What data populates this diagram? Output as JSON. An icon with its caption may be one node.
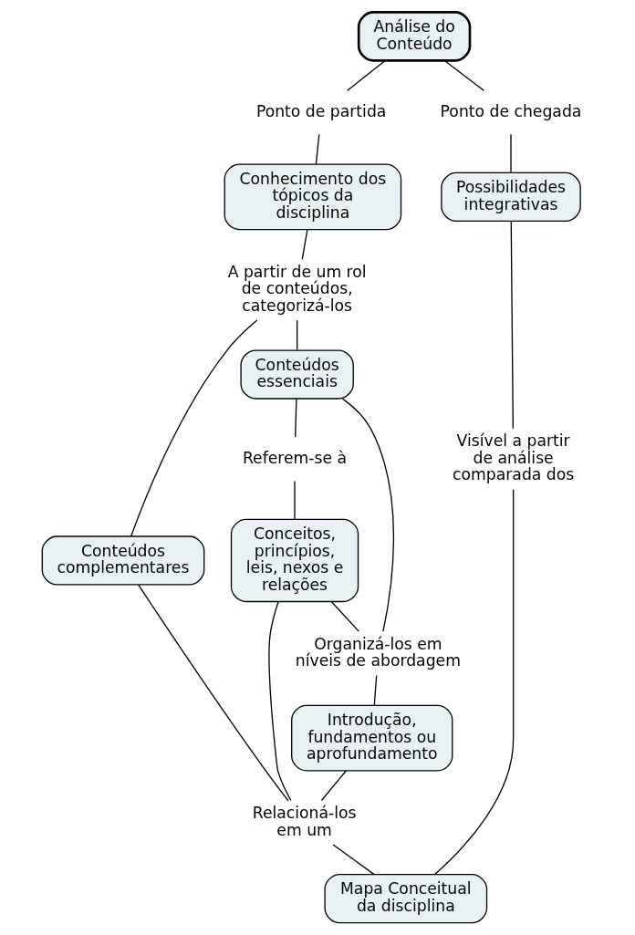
{
  "diagram": {
    "nodes": [
      {
        "text": [
          "Análise do Conteúdo"
        ]
      },
      {
        "text": [
          "Ponto de partida"
        ]
      },
      {
        "text": [
          "Ponto de chegada"
        ]
      },
      {
        "text": [
          "Conhecimento dos tópicos da disciplina"
        ]
      },
      {
        "text": [
          "Possibilidades integrativas"
        ]
      },
      {
        "text": [
          "A partir de um rol de conteúdos, categorizá-los"
        ]
      },
      {
        "text": [
          "Conteúdos essenciais"
        ]
      },
      {
        "text": [
          "Conteúdos complementares"
        ]
      },
      {
        "text": [
          "Referem-se à"
        ]
      },
      {
        "text": [
          "Conceitos, princípios, leis, nexos e relações"
        ]
      },
      {
        "text": [
          "Visível a partir de análise comparada dos"
        ]
      },
      {
        "text": [
          "Organizá-los em níveis de abordagem"
        ]
      },
      {
        "text": [
          "Introdução, fundamentos ou aprofundamento"
        ]
      },
      {
        "text": [
          "Relacioná-los em um"
        ]
      },
      {
        "text": [
          "Mapa Conceitual da disciplina"
        ]
      }
    ],
    "edges": [
      {
        "from": 0,
        "to": 1,
        "arrow": "none"
      },
      {
        "from": 1,
        "to": 3,
        "arrow": "none"
      },
      {
        "from": 0,
        "to": 2,
        "arrow": "none"
      },
      {
        "from": 2,
        "to": 4,
        "arrow": "none"
      },
      {
        "from": 3,
        "to": 5,
        "arrow": "none"
      },
      {
        "from": 5,
        "to": 6,
        "arrow": "none"
      },
      {
        "from": 5,
        "to": 7,
        "arrow": "none"
      },
      {
        "from": 6,
        "to": 8,
        "arrow": "none"
      },
      {
        "from": 8,
        "to": 9,
        "arrow": "none"
      },
      {
        "from": 9,
        "to": 11,
        "arrow": "none"
      },
      {
        "from": 6,
        "to": 11,
        "arrow": "none"
      },
      {
        "from": 11,
        "to": 12,
        "arrow": "none"
      },
      {
        "from": 9,
        "to": 13,
        "arrow": "none"
      },
      {
        "from": 12,
        "to": 13,
        "arrow": "none"
      },
      {
        "from": 7,
        "to": 13,
        "arrow": "none"
      },
      {
        "from": 13,
        "to": 14,
        "arrow": "none"
      },
      {
        "from": 4,
        "to": 10,
        "arrow": "none"
      },
      {
        "from": 10,
        "to": 14,
        "arrow": "none"
      }
    ]
  }
}
